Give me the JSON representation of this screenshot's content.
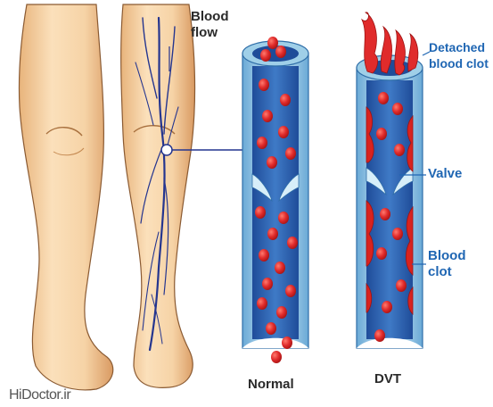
{
  "labels": {
    "blood_flow_line1": "Blood",
    "blood_flow_line2": "flow",
    "detached_line1": "Detached",
    "detached_line2": "blood clot",
    "valve": "Valve",
    "clot_line1": "Blood",
    "clot_line2": "clot",
    "normal": "Normal",
    "dvt": "DVT"
  },
  "watermark": "HiDoctor.ir",
  "colors": {
    "skin": "#f6d3a6",
    "skin_shadow": "#dca06a",
    "vein": "#24358f",
    "vessel_wall": "#a8d3ea",
    "vessel_lumen": "#2c5fae",
    "blood_cell": "#e02b2b",
    "label_blue": "#1f66b3"
  }
}
